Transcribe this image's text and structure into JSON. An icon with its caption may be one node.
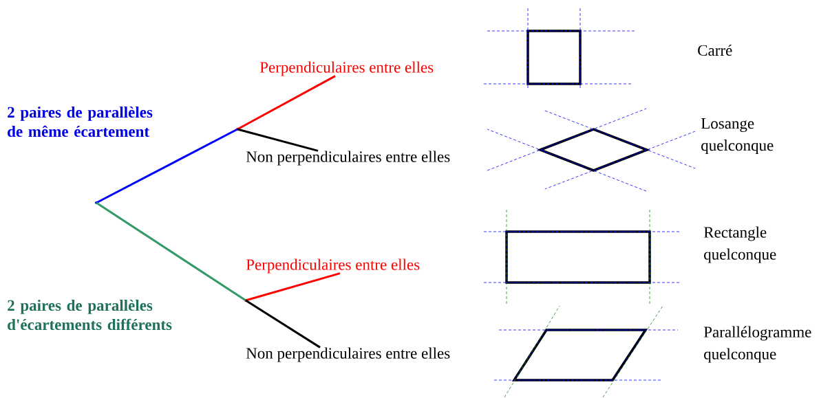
{
  "diagram": {
    "nodes": [
      {
        "text": [],
        "shape": "point"
      },
      {
        "text": [],
        "shape": "point"
      },
      {
        "text": [],
        "shape": "point"
      },
      {
        "text": [
          "Perpendiculaires entre elles"
        ]
      },
      {
        "text": [
          "Non perpendiculaires entre elles"
        ]
      },
      {
        "text": [
          "Perpendiculaires entre elles"
        ]
      },
      {
        "text": [
          "Non perpendiculaires entre elles"
        ]
      },
      {
        "text": [],
        "shape": "box"
      },
      {
        "text": [],
        "shape": "diamond"
      },
      {
        "text": [],
        "shape": "box"
      },
      {
        "text": [],
        "shape": "parallelogram"
      }
    ],
    "labels": [
      "Carré",
      "Losange quelconque",
      "Rectangle quelconque",
      "Parallélogramme quelconque"
    ],
    "edges": [
      {
        "from": 0,
        "to": 1,
        "arrow": "none",
        "color": "#0000ff",
        "label": "2 paires de parallèles de même écartement"
      },
      {
        "from": 0,
        "to": 2,
        "arrow": "none",
        "color": "#339966",
        "label": "2 paires de parallèles d'écartements différents"
      },
      {
        "from": 1,
        "to": 3,
        "arrow": "none",
        "color": "#ff0000"
      },
      {
        "from": 1,
        "to": 4,
        "arrow": "none",
        "color": "#000000"
      },
      {
        "from": 2,
        "to": 5,
        "arrow": "none",
        "color": "#ff0000"
      },
      {
        "from": 2,
        "to": 6,
        "arrow": "none",
        "color": "#000000"
      }
    ]
  }
}
